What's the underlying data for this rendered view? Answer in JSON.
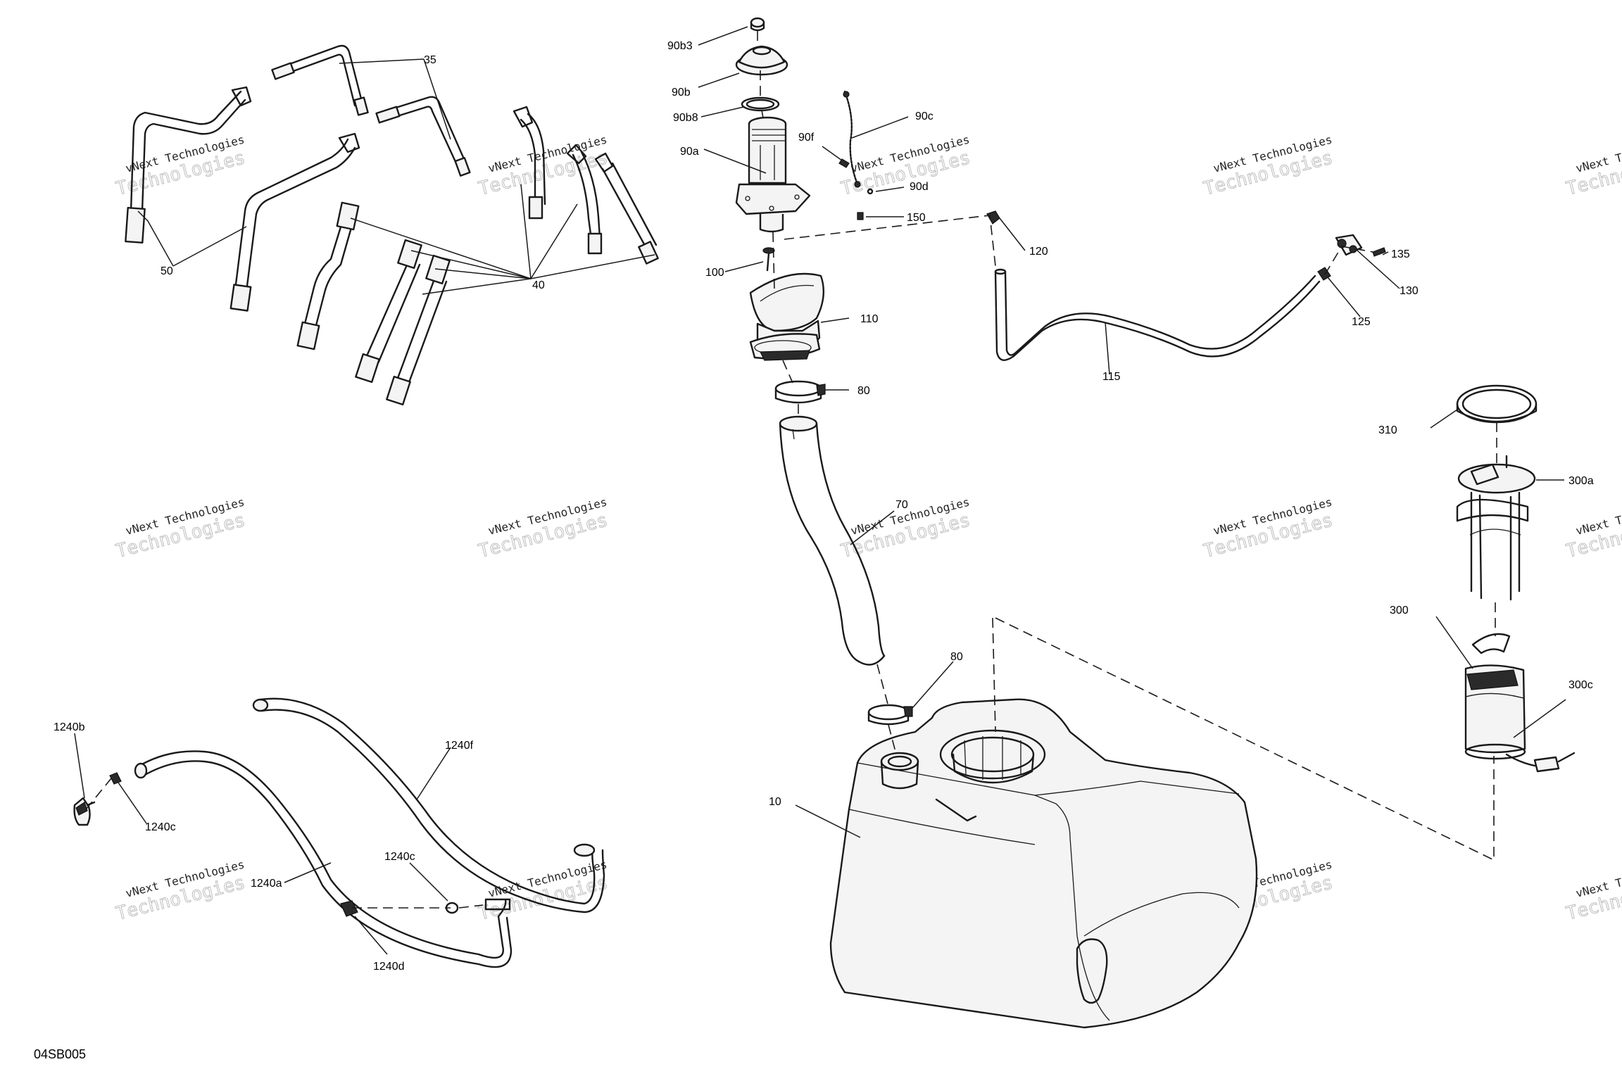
{
  "diagram_ref": "04SB005",
  "watermark": {
    "line1": "vNext Technologies",
    "line2": "Technologies"
  },
  "callouts": [
    {
      "id": "c-35",
      "text": "35"
    },
    {
      "id": "c-50",
      "text": "50"
    },
    {
      "id": "c-40",
      "text": "40"
    },
    {
      "id": "c-90b3",
      "text": "90b3"
    },
    {
      "id": "c-90b",
      "text": "90b"
    },
    {
      "id": "c-90b8",
      "text": "90b8"
    },
    {
      "id": "c-90a",
      "text": "90a"
    },
    {
      "id": "c-90f",
      "text": "90f"
    },
    {
      "id": "c-90c",
      "text": "90c"
    },
    {
      "id": "c-90d",
      "text": "90d"
    },
    {
      "id": "c-150",
      "text": "150"
    },
    {
      "id": "c-100",
      "text": "100"
    },
    {
      "id": "c-110",
      "text": "110"
    },
    {
      "id": "c-80a",
      "text": "80"
    },
    {
      "id": "c-70",
      "text": "70"
    },
    {
      "id": "c-80b",
      "text": "80"
    },
    {
      "id": "c-10",
      "text": "10"
    },
    {
      "id": "c-120",
      "text": "120"
    },
    {
      "id": "c-135",
      "text": "135"
    },
    {
      "id": "c-130",
      "text": "130"
    },
    {
      "id": "c-125",
      "text": "125"
    },
    {
      "id": "c-115",
      "text": "115"
    },
    {
      "id": "c-310",
      "text": "310"
    },
    {
      "id": "c-300a",
      "text": "300a"
    },
    {
      "id": "c-300",
      "text": "300"
    },
    {
      "id": "c-300c",
      "text": "300c"
    },
    {
      "id": "c-1240b",
      "text": "1240b"
    },
    {
      "id": "c-1240c-1",
      "text": "1240c"
    },
    {
      "id": "c-1240f",
      "text": "1240f"
    },
    {
      "id": "c-1240a",
      "text": "1240a"
    },
    {
      "id": "c-1240c-2",
      "text": "1240c"
    },
    {
      "id": "c-1240d",
      "text": "1240d"
    }
  ]
}
